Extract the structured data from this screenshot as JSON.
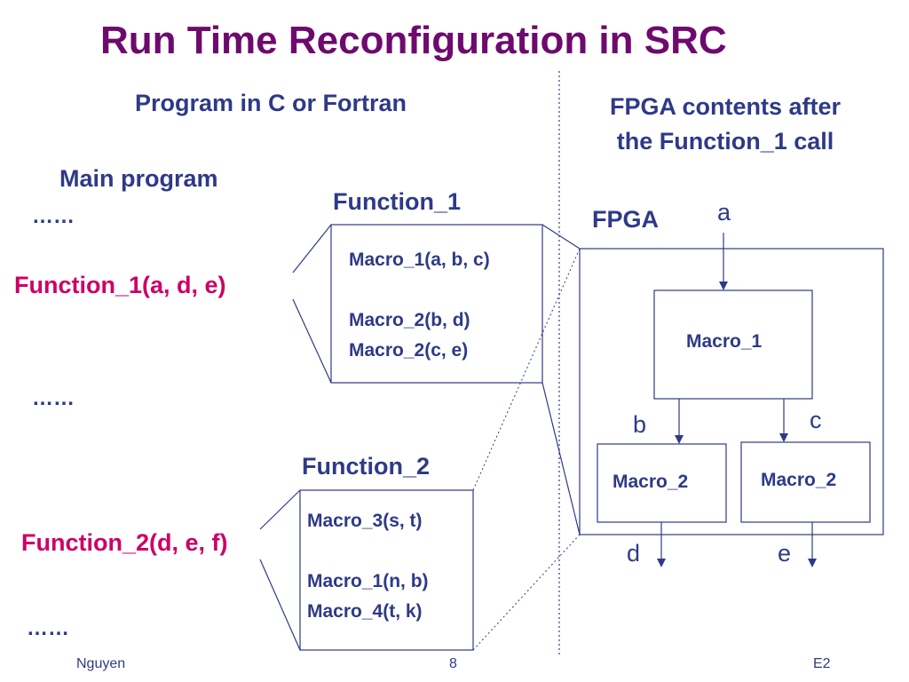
{
  "title": "Run Time Reconfiguration in SRC",
  "left_heading": "Program in C or Fortran",
  "right_heading": {
    "line1": "FPGA contents after",
    "line2": "the Function_1 call"
  },
  "main_program": {
    "label": "Main program",
    "ellipsis_1": "……",
    "call_1": "Function_1(a, d, e)",
    "ellipsis_2": "……",
    "call_2": "Function_2(d, e, f)",
    "ellipsis_3": "……"
  },
  "function_1": {
    "label": "Function_1",
    "lines": [
      "Macro_1(a, b, c)",
      "Macro_2(b, d)",
      "Macro_2(c, e)"
    ]
  },
  "function_2": {
    "label": "Function_2",
    "lines": [
      "Macro_3(s, t)",
      "Macro_1(n, b)",
      "Macro_4(t, k)"
    ]
  },
  "fpga": {
    "label": "FPGA",
    "macro_top": "Macro_1",
    "macro_left": "Macro_2",
    "macro_right": "Macro_2",
    "signals": {
      "a": "a",
      "b": "b",
      "c": "c",
      "d": "d",
      "e": "e"
    }
  },
  "footer": {
    "author": "Nguyen",
    "page": "8",
    "code": "E2"
  },
  "colors": {
    "title": "#6e0a6e",
    "text": "#2e3a87",
    "highlight": "#cc0066",
    "lines": "#2e3a87"
  }
}
